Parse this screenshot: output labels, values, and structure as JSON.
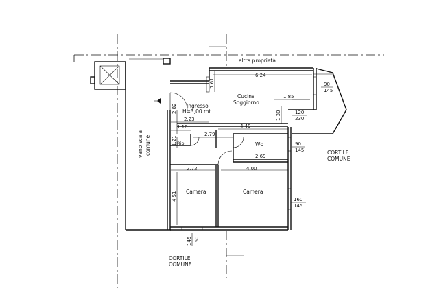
{
  "labels": {
    "altra_proprieta": "altra proprietà",
    "cucina": "Cucina",
    "soggiorno": "Soggiorno",
    "ingresso": "Ingresso",
    "altezza": "H=3,00 mt",
    "vano_scala": "vano scala",
    "comune_stair": "comune",
    "rip": "Rip.",
    "wc": "Wc",
    "camera_left": "Camera",
    "camera_right": "Camera",
    "cortile_right": "CORTILE",
    "comune_right": "COMUNE",
    "cortile_bottom": "CORTILE",
    "comune_bottom": "COMUNE"
  },
  "dimensions": {
    "d_624": "6.24",
    "d_161": "1.61",
    "d_185": "1.85",
    "d_282": "2.82",
    "d_130": "1.30",
    "d_223": "2.23",
    "d_110": "1.10",
    "d_449": "4.49",
    "d_279": "2.79",
    "d_121": "1.21",
    "d_269": "2.69",
    "d_272": "2.72",
    "d_400": "4.00",
    "d_451": "4.51"
  },
  "openings": {
    "o1_w": "90",
    "o1_h": "145",
    "o2_w": "120",
    "o2_h": "230",
    "o3_w": "90",
    "o3_h": "145",
    "o4_w": "160",
    "o4_h": "145",
    "o5_w": "160",
    "o5_h": "145"
  }
}
